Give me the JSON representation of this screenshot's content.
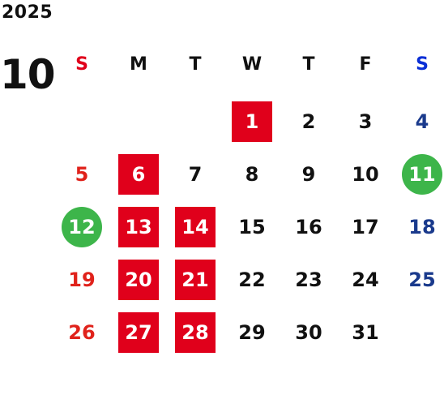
{
  "calendar": {
    "year": "2025",
    "month": "10",
    "weekdays": [
      {
        "label": "S",
        "color": "#e0001b"
      },
      {
        "label": "M",
        "color": "#111111"
      },
      {
        "label": "T",
        "color": "#111111"
      },
      {
        "label": "W",
        "color": "#111111"
      },
      {
        "label": "T",
        "color": "#111111"
      },
      {
        "label": "F",
        "color": "#111111"
      },
      {
        "label": "S",
        "color": "#0a2fd6"
      }
    ],
    "first_weekday_index": 3,
    "days": [
      {
        "n": "1",
        "style": "red-square"
      },
      {
        "n": "2",
        "style": "normal"
      },
      {
        "n": "3",
        "style": "normal"
      },
      {
        "n": "4",
        "style": "normal"
      },
      {
        "n": "5",
        "style": "normal"
      },
      {
        "n": "6",
        "style": "red-square"
      },
      {
        "n": "7",
        "style": "normal"
      },
      {
        "n": "8",
        "style": "normal"
      },
      {
        "n": "9",
        "style": "normal"
      },
      {
        "n": "10",
        "style": "normal"
      },
      {
        "n": "11",
        "style": "green-circle"
      },
      {
        "n": "12",
        "style": "green-circle"
      },
      {
        "n": "13",
        "style": "red-square"
      },
      {
        "n": "14",
        "style": "red-square"
      },
      {
        "n": "15",
        "style": "normal"
      },
      {
        "n": "16",
        "style": "normal"
      },
      {
        "n": "17",
        "style": "normal"
      },
      {
        "n": "18",
        "style": "normal"
      },
      {
        "n": "19",
        "style": "normal"
      },
      {
        "n": "20",
        "style": "red-square"
      },
      {
        "n": "21",
        "style": "red-square"
      },
      {
        "n": "22",
        "style": "normal"
      },
      {
        "n": "23",
        "style": "normal"
      },
      {
        "n": "24",
        "style": "normal"
      },
      {
        "n": "25",
        "style": "normal"
      },
      {
        "n": "26",
        "style": "normal"
      },
      {
        "n": "27",
        "style": "red-square"
      },
      {
        "n": "28",
        "style": "red-square"
      },
      {
        "n": "29",
        "style": "normal"
      },
      {
        "n": "30",
        "style": "normal"
      },
      {
        "n": "31",
        "style": "normal"
      }
    ],
    "colors": {
      "sunday_text": "#e0221b",
      "saturday_text": "#1a3a8c",
      "weekday_text": "#111111",
      "red_square_bg": "#e0001b",
      "green_circle_bg": "#3db54a"
    }
  }
}
